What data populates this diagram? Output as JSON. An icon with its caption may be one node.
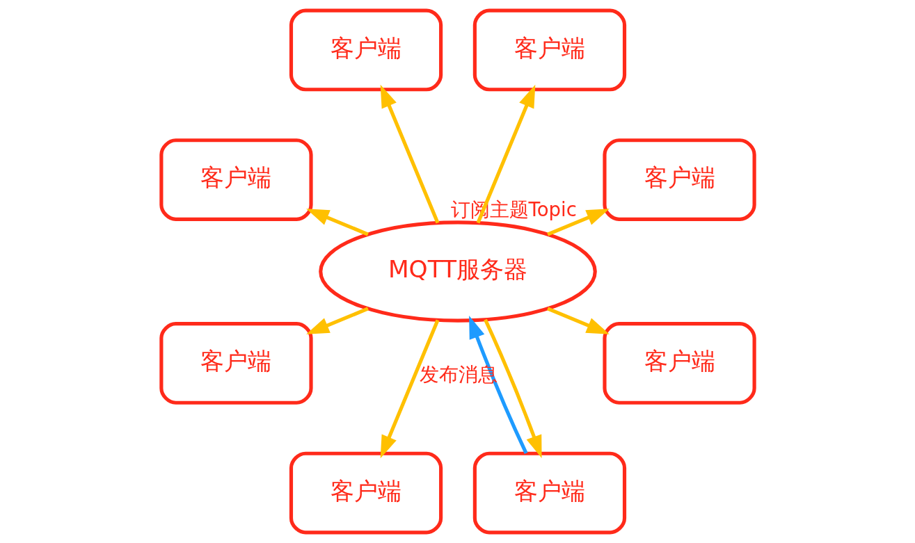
{
  "diagram": {
    "nodes": [
      {
        "text": [
          "客户端"
        ]
      },
      {
        "text": [
          "客户端"
        ]
      },
      {
        "text": [
          "客户端"
        ]
      },
      {
        "text": [
          "客户端"
        ]
      },
      {
        "text": [
          "MQTT服务器"
        ]
      },
      {
        "text": [
          "客户端"
        ]
      },
      {
        "text": [
          "客户端"
        ]
      },
      {
        "text": [
          "客户端"
        ]
      },
      {
        "text": [
          "客户端"
        ]
      }
    ],
    "edges": [
      {
        "from": 4,
        "to": 0,
        "arrow": "to",
        "label": "订阅主题Topic"
      },
      {
        "from": 4,
        "to": 1,
        "arrow": "to"
      },
      {
        "from": 4,
        "to": 2,
        "arrow": "to"
      },
      {
        "from": 4,
        "to": 5,
        "arrow": "to"
      },
      {
        "from": 4,
        "to": 8,
        "arrow": "to"
      },
      {
        "from": 4,
        "to": 7,
        "arrow": "to"
      },
      {
        "from": 7,
        "to": 4,
        "arrow": "to",
        "label": "发布消息",
        "color": "#1e9bff"
      },
      {
        "from": 4,
        "to": 6,
        "arrow": "to"
      },
      {
        "from": 4,
        "to": 3,
        "arrow": "to"
      }
    ]
  }
}
